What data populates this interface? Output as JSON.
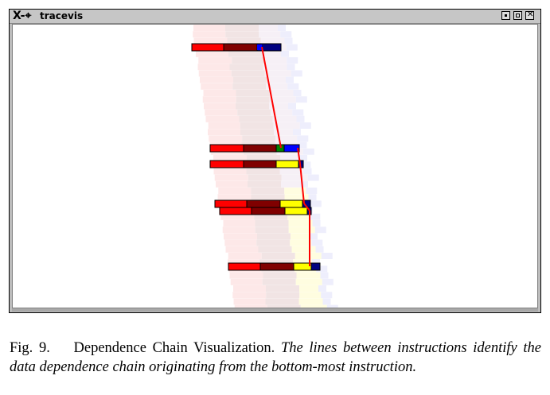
{
  "window": {
    "title": "tracevis",
    "title_icon": "X-⌖",
    "buttons": [
      "minimize",
      "maximize",
      "close"
    ]
  },
  "caption": {
    "label": "Fig. 9.",
    "title": "Dependence Chain Visualization.",
    "text": "The lines between instructions identify the data dependence chain originating from the bottom-most instruction."
  },
  "colors": {
    "fetch": "#ff0000",
    "decode": "#800000",
    "issue_green": "#008000",
    "issue_yellow": "#ffff00",
    "retire": "#0000ff",
    "retire_dark": "#000080",
    "chain_line": "#ff0000"
  },
  "instructions": [
    {
      "stages": [
        "fetch",
        "decode",
        "retire_dark"
      ],
      "offset": 0,
      "widths": [
        40,
        42,
        30
      ],
      "retire_split": true
    },
    {
      "stages": [
        "fetch",
        "decode",
        "issue_green",
        "retire"
      ],
      "offset": 23,
      "widths": [
        42,
        41,
        10,
        19
      ]
    },
    {
      "stages": [
        "fetch",
        "decode",
        "issue_yellow",
        "retire_dark"
      ],
      "offset": 23,
      "widths": [
        42,
        41,
        28,
        6
      ]
    },
    {
      "stages": [
        "fetch",
        "decode",
        "issue_yellow",
        "retire_dark"
      ],
      "offset": 29,
      "widths": [
        40,
        42,
        28,
        10
      ]
    },
    {
      "stages": [
        "fetch",
        "decode",
        "issue_yellow",
        "retire_dark"
      ],
      "offset": 35,
      "widths": [
        40,
        42,
        28,
        5
      ]
    },
    {
      "stages": [
        "fetch",
        "decode",
        "issue_yellow",
        "retire_dark"
      ],
      "offset": 46,
      "widths": [
        40,
        42,
        22,
        11
      ]
    }
  ]
}
